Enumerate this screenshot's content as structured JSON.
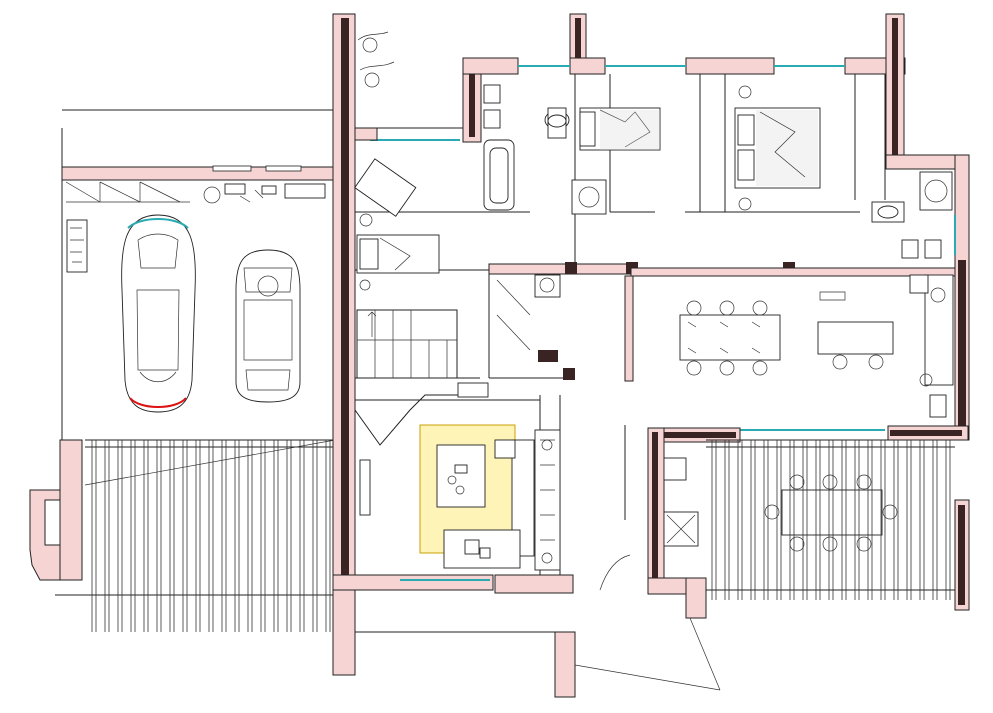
{
  "drawing": {
    "type": "architectural floor plan",
    "colors": {
      "wall_fill": "#f7d4d4",
      "wall_hatch": "#3a2323",
      "glazing": "#2aaab2",
      "rug": "#fff4b8",
      "line": "#222222"
    },
    "elements": [
      "garage-area",
      "car-1",
      "car-2",
      "pergola-left",
      "entrance-stair",
      "bathroom",
      "bedroom-1",
      "bedroom-2",
      "bedroom-3",
      "study",
      "staircase",
      "living-room",
      "dining-area",
      "kitchen",
      "terrace-pergola",
      "terrace-dining-table"
    ]
  }
}
